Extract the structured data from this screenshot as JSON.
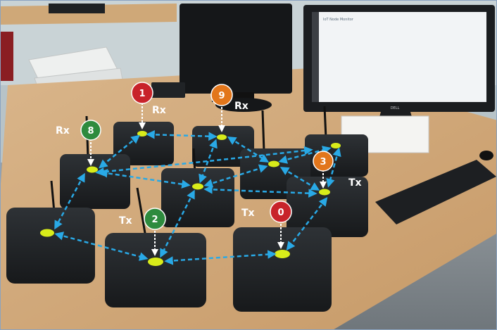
{
  "monitor": {
    "brand": "DELL",
    "screen_title": "IoT Node Monitor"
  },
  "colors": {
    "link": "#29a9e6",
    "marker_red": "#c8232a",
    "marker_orange": "#e2761b",
    "marker_green": "#2e8b3e",
    "node_led": "#d8ec1a"
  },
  "markers": [
    {
      "id": "0",
      "role": "Tx",
      "color": "red"
    },
    {
      "id": "1",
      "role": "Rx",
      "color": "red"
    },
    {
      "id": "2",
      "role": "Tx",
      "color": "green"
    },
    {
      "id": "3",
      "role": "Tx",
      "color": "orange"
    },
    {
      "id": "8",
      "role": "Rx",
      "color": "green"
    },
    {
      "id": "9",
      "role": "Rx",
      "color": "orange"
    }
  ]
}
